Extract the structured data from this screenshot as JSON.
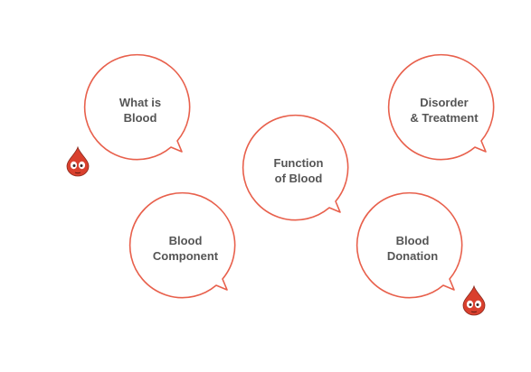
{
  "colors": {
    "accent": "#e8604c",
    "text": "#555555",
    "drop": "#d9402e",
    "drop_dark": "#3a2a2a"
  },
  "topics": {
    "what_is_blood": {
      "line1": "What is",
      "line2": "Blood"
    },
    "disorder": {
      "line1": "Disorder",
      "line2": "& Treatment"
    },
    "function": {
      "line1": "Function",
      "line2": "of Blood"
    },
    "component": {
      "line1": "Blood",
      "line2": "Component"
    },
    "donation": {
      "line1": "Blood",
      "line2": "Donation"
    }
  },
  "mascots": [
    {
      "name": "blood-drop-mascot",
      "icon": "blood-drop-icon"
    },
    {
      "name": "blood-drop-mascot",
      "icon": "blood-drop-icon"
    }
  ]
}
